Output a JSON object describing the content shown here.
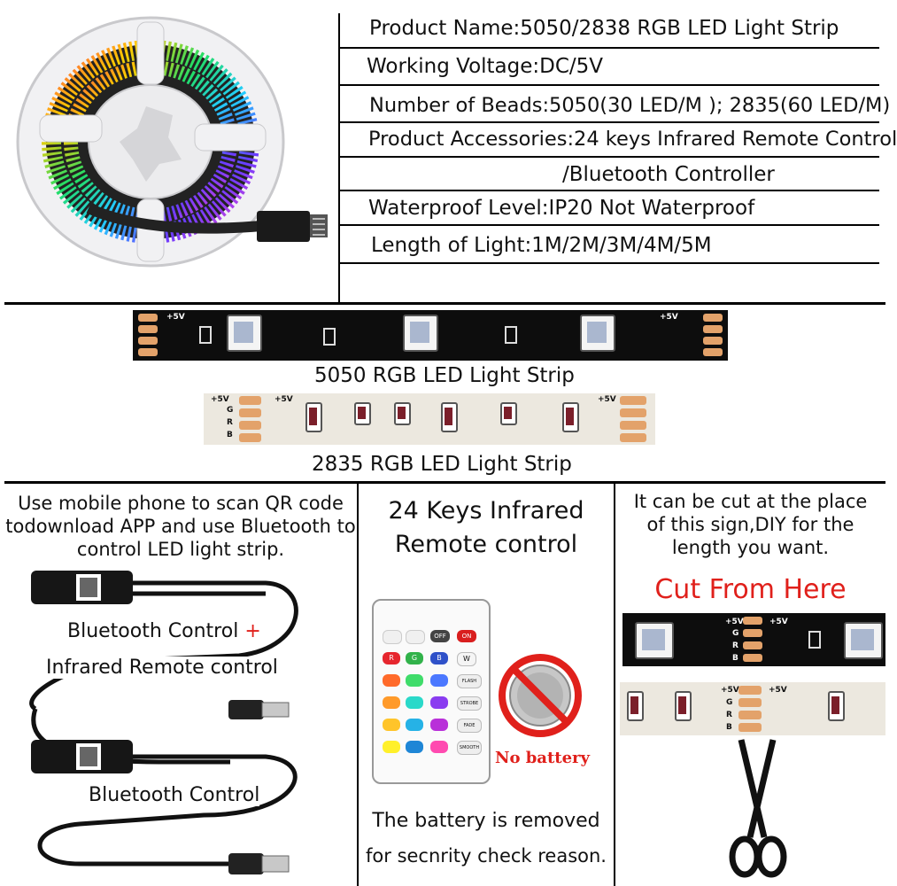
{
  "specs": {
    "product_name": "Product Name:5050/2838 RGB LED Light Strip",
    "voltage": "Working Voltage:DC/5V",
    "beads": "Number of Beads:5050(30 LED/M ); 2835(60 LED/M)",
    "accessories": "Product Accessories:24 keys Infrared Remote Control",
    "accessories_cont": "/Bluetooth Controller",
    "waterproof": "Waterproof Level:IP20 Not Waterproof",
    "length": "Length of Light:1M/2M/3M/4M/5M"
  },
  "strips": {
    "label_5050": "5050 RGB LED Light Strip",
    "label_2835": "2835 RGB LED Light Strip",
    "pin_5v": "+5V",
    "pin_g": "G",
    "pin_r": "R",
    "pin_b": "B"
  },
  "panel_app": {
    "text": "Use mobile phone to scan QR code todownload APP and use Bluetooth to control LED light strip.",
    "label_bt_ir": "Bluetooth Control",
    "plus": "+",
    "label_ir": "Infrared Remote control",
    "label_bt": "Bluetooth Control"
  },
  "panel_remote": {
    "title_line1": "24 Keys Infrared",
    "title_line2": "Remote control",
    "no_battery": "No battery",
    "note_line1": "The battery is removed",
    "note_line2": "for secnrity check reason.",
    "key_off": "OFF",
    "key_on": "ON",
    "key_r": "R",
    "key_g": "G",
    "key_b": "B",
    "key_w": "W",
    "key_flash": "FLASH",
    "key_strobe": "STROBE",
    "key_fade": "FADE",
    "key_smooth": "SMOOTH"
  },
  "panel_cut": {
    "text": "It can be cut at the place of this sign,DIY for the length you want.",
    "cut_label": "Cut From Here"
  },
  "colors": {
    "cut_red": "#e0201b",
    "copper_pad": "#e3a26a",
    "strip_black": "#0d0d0d",
    "strip_white": "#ece8df"
  }
}
